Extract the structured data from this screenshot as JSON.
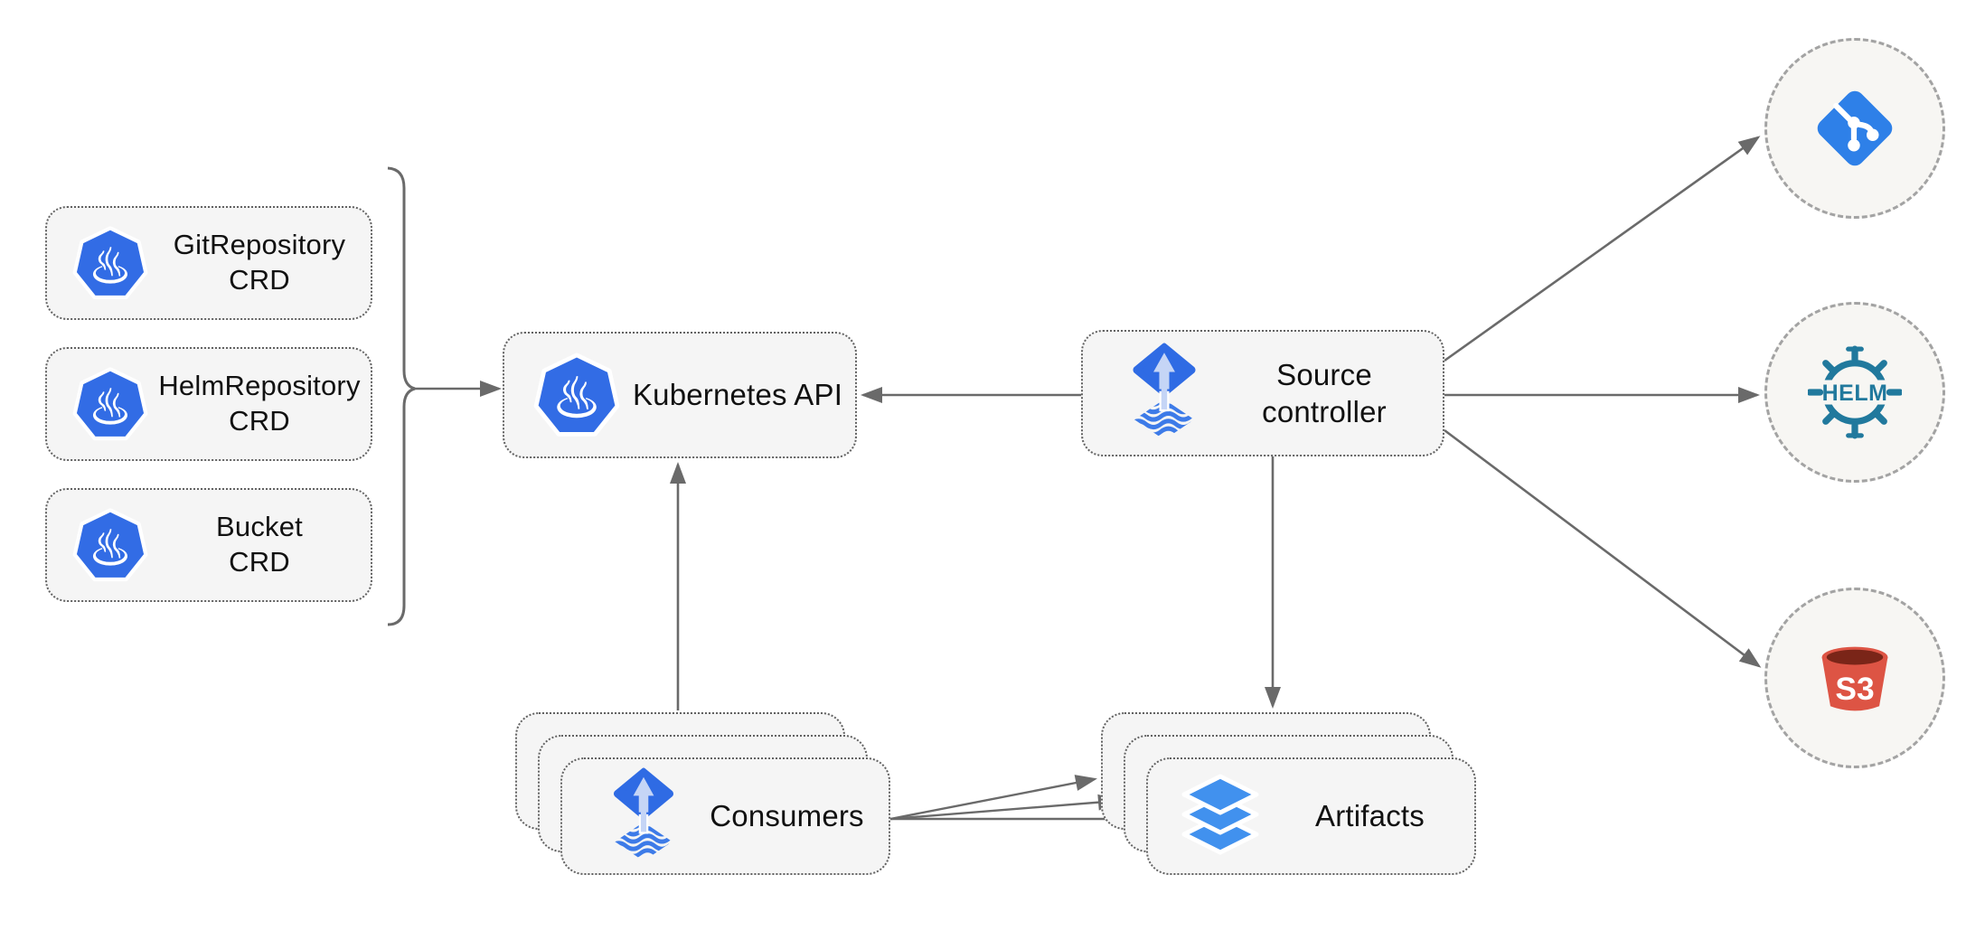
{
  "diagram": {
    "title_hint": "Flux source-controller architecture diagram",
    "colors": {
      "background": "#ffffff",
      "box_fill": "#f5f5f5",
      "box_border": "#626262",
      "circle_fill": "#f7f6f3",
      "circle_border": "#a3a3a3",
      "arrow": "#6a6a6a",
      "text": "#111111",
      "kubernetes_blue": "#326ce5",
      "flux_blue": "#2f6be4",
      "flux_arrow_light": "#c5d5f6",
      "flux_stripe_blue": "#3d7be8",
      "git_blue": "#2e80e8",
      "helm_teal": "#21799d",
      "s3_red": "#dd5444",
      "s3_rim_dark": "#7a2518",
      "layers_blue": "#4191ee"
    },
    "nodes": {
      "git_repository_crd": {
        "line1": "GitRepository",
        "line2": "CRD",
        "icon": "kubernetes-icon"
      },
      "helm_repository_crd": {
        "line1": "HelmRepository",
        "line2": "CRD",
        "icon": "kubernetes-icon"
      },
      "bucket_crd": {
        "line1": "Bucket",
        "line2": "CRD",
        "icon": "kubernetes-icon"
      },
      "kubernetes_api": {
        "label": "Kubernetes API",
        "icon": "kubernetes-icon"
      },
      "source_controller": {
        "line1": "Source",
        "line2": "controller",
        "icon": "flux-icon"
      },
      "consumers": {
        "label": "Consumers",
        "icon": "flux-icon",
        "stacked": 3
      },
      "artifacts": {
        "label": "Artifacts",
        "icon": "layers-icon",
        "stacked": 3
      }
    },
    "endpoints": {
      "git": {
        "icon": "git-icon"
      },
      "helm": {
        "icon": "helm-icon",
        "label": "HELM"
      },
      "s3": {
        "icon": "s3-bucket-icon",
        "label": "S3"
      }
    },
    "edges": [
      {
        "from": "crd-group-bracket",
        "to": "kubernetes-api",
        "arrow": true
      },
      {
        "from": "source-controller",
        "to": "kubernetes-api",
        "arrow": true
      },
      {
        "from": "consumers",
        "to": "kubernetes-api",
        "arrow": true
      },
      {
        "from": "source-controller",
        "to": "artifacts",
        "arrow": true
      },
      {
        "from": "source-controller",
        "to": "git-endpoint",
        "arrow": true
      },
      {
        "from": "source-controller",
        "to": "helm-endpoint",
        "arrow": true
      },
      {
        "from": "source-controller",
        "to": "s3-endpoint",
        "arrow": true
      },
      {
        "from": "consumers",
        "to": "artifacts",
        "arrow": true,
        "count": 3
      }
    ],
    "bracket": {
      "groups": [
        "git_repository_crd",
        "helm_repository_crd",
        "bucket_crd"
      ]
    }
  }
}
